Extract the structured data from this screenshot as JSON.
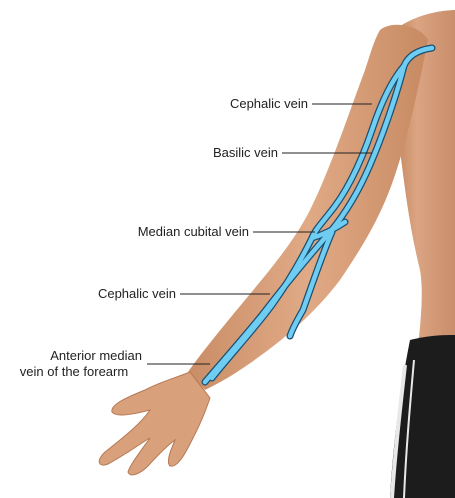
{
  "figure": {
    "labels": [
      "Cephalic vein",
      "Basilic vein",
      "Median cubital vein",
      "Cephalic vein",
      "Anterior median vein of the forearm"
    ],
    "label_lines": {
      "anterior_line_1": "Anterior median",
      "anterior_line_2": "vein of the forearm"
    }
  },
  "colors": {
    "vein": "#6fcdf2",
    "vein_outline": "#1a4f73",
    "skin": "#d9a07c",
    "skin_shadow": "#b57a55",
    "shorts": "#1c1c1c",
    "shorts_stripe": "#e8e8e8",
    "leader": "#222222"
  }
}
